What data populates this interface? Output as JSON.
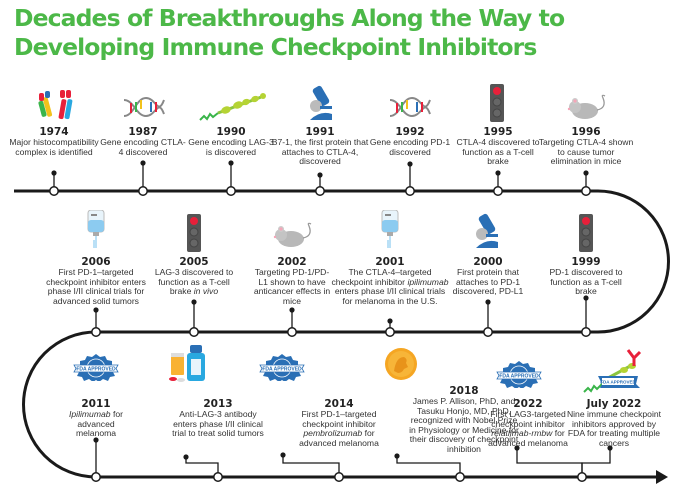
{
  "title": {
    "line1": "Decades of Breakthroughs Along the Way to",
    "line2": "Developing Immune Checkpoint Inhibitors"
  },
  "colors": {
    "title_green": "#4cb848",
    "track": "#1a1a1a",
    "fda_blue": "#2a6fb5",
    "signal_red": "#e8203a",
    "nobel_gold": "#f5a623"
  },
  "events": [
    {
      "year": "1974",
      "text": "Major histocompatibility complex is identified",
      "icon": "chromosomes-icon"
    },
    {
      "year": "1987",
      "text": "Gene encoding CTLA-4 discovered",
      "icon": "dna-helix-icon"
    },
    {
      "year": "1990",
      "text": "Gene encoding LAG-3 is discovered",
      "icon": "protein-strand-icon"
    },
    {
      "year": "1991",
      "text": "B7-1, the first protein that attaches to CTLA-4, discovered",
      "icon": "microscope-icon"
    },
    {
      "year": "1992",
      "text": "Gene encoding PD-1 discovered",
      "icon": "dna-helix-icon"
    },
    {
      "year": "1995",
      "text": "CTLA-4 discovered to function as a T-cell brake",
      "icon": "traffic-light-icon"
    },
    {
      "year": "1996",
      "text": "Targeting CTLA-4 shown to cause tumor elimination in mice",
      "icon": "mouse-icon"
    },
    {
      "year": "1999",
      "text": "PD-1 discovered to function as a T-cell brake",
      "icon": "traffic-light-icon"
    },
    {
      "year": "2000",
      "text": "First protein that attaches to PD-1 discovered, PD-L1",
      "icon": "microscope-icon"
    },
    {
      "year": "2001",
      "text_pre": "The CTLA-4–targeted checkpoint inhibitor",
      "text_italic": "ipilimumab",
      "text_post": "enters phase I/II clinical trials for melanoma in the U.S.",
      "icon": "iv-bag-icon"
    },
    {
      "year": "2002",
      "text": "Targeting PD-1/PD-L1 shown to have anticancer effects in mice",
      "icon": "mouse-icon"
    },
    {
      "year": "2005",
      "text_pre": "LAG-3 discovered to function as a T-cell brake",
      "text_italic": "in vivo",
      "icon": "traffic-light-icon"
    },
    {
      "year": "2006",
      "text": "First PD-1–targeted checkpoint inhibitor enters phase I/II clinical trials for advanced solid tumors",
      "icon": "iv-bag-icon"
    },
    {
      "year": "2011",
      "text_italic": "Ipilimumab",
      "text_post": "for advanced melanoma",
      "icon": "fda-approved-badge-icon"
    },
    {
      "year": "2013",
      "text": "Anti-LAG-3 antibody enters phase I/II clinical trial to treat solid tumors",
      "icon": "medicine-bottles-icon"
    },
    {
      "year": "2014",
      "text_pre": "First PD-1–targeted checkpoint inhibitor",
      "text_italic": "pembrolizumab",
      "text_post": "for advanced melanoma",
      "icon": "fda-approved-badge-icon"
    },
    {
      "year": "2018",
      "text": "James P. Allison, PhD, and Tasuku Honjo, MD, PhD, recognized with Nobel Prize in Physiology or Medicine for their discovery of checkpoint inhibition",
      "icon": "nobel-medal-icon"
    },
    {
      "year": "2022",
      "text_pre": "First LAG3-targeted checkpoint inhibitor",
      "text_italic": "relatlimab-rmbw",
      "text_post": "for advanced melanoma",
      "icon": "fda-approved-badge-icon"
    },
    {
      "year": "July 2022",
      "text": "Nine immune checkpoint inhibitors approved by FDA for treating multiple cancers",
      "icon": "antibody-fda-banner-icon"
    }
  ],
  "badge_text": "FDA APPROVED"
}
